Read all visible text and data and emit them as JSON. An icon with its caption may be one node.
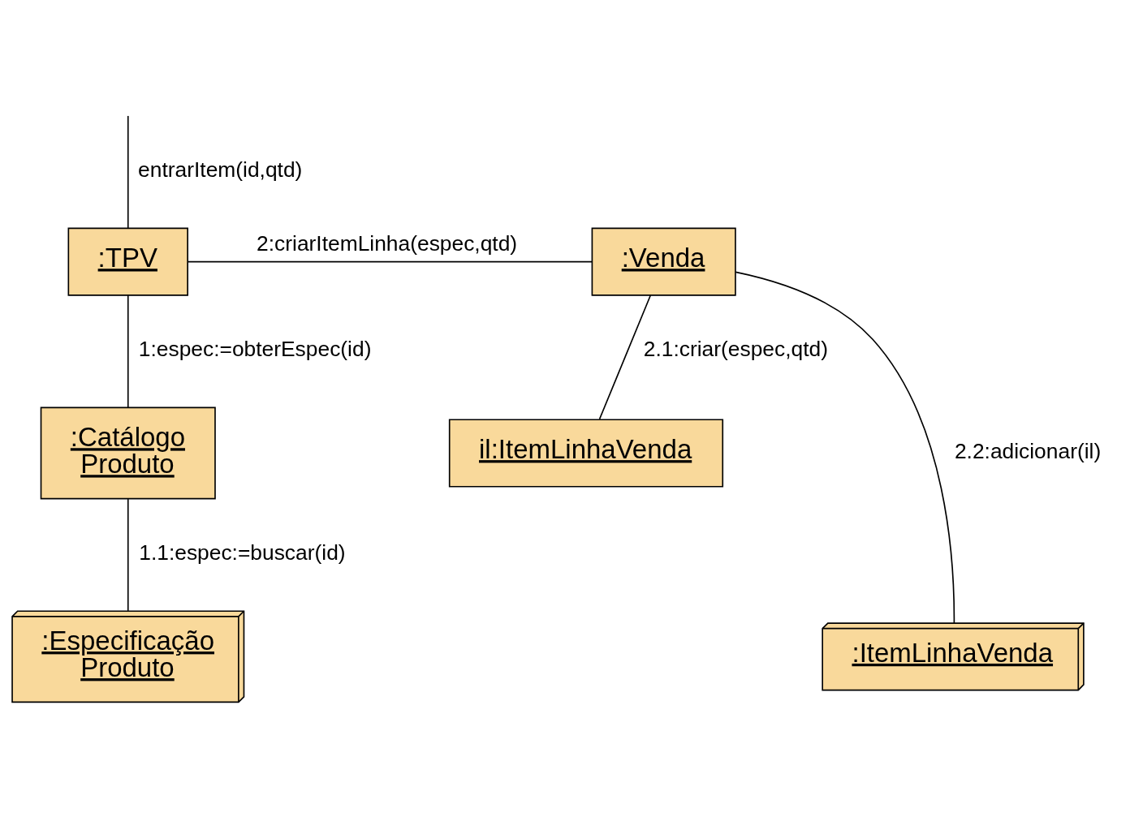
{
  "diagram": {
    "nodes": [
      {
        "text": [
          ":TPV"
        ]
      },
      {
        "text": [
          ":Venda"
        ]
      },
      {
        "text": [
          ":Catálogo Produto"
        ]
      },
      {
        "text": [
          ":Especificação Produto"
        ]
      },
      {
        "text": [
          "il:ItemLinhaVenda"
        ]
      },
      {
        "text": [
          ":ItemLinhaVenda"
        ]
      }
    ],
    "edges": [
      {
        "from": null,
        "to": 0,
        "arrow": "none",
        "label": "entrarItem(id,qtd)"
      },
      {
        "from": 0,
        "to": 1,
        "arrow": "none",
        "label": "2:criarItemLinha(espec,qtd)"
      },
      {
        "from": 0,
        "to": 2,
        "arrow": "none",
        "label": "1:espec:=obterEspec(id)"
      },
      {
        "from": 2,
        "to": 3,
        "arrow": "none",
        "label": "1.1:espec:=buscar(id)"
      },
      {
        "from": 1,
        "to": 4,
        "arrow": "none",
        "label": "2.1:criar(espec,qtd)"
      },
      {
        "from": 1,
        "to": 5,
        "arrow": "none",
        "label": "2.2:adicionar(il)"
      }
    ]
  }
}
